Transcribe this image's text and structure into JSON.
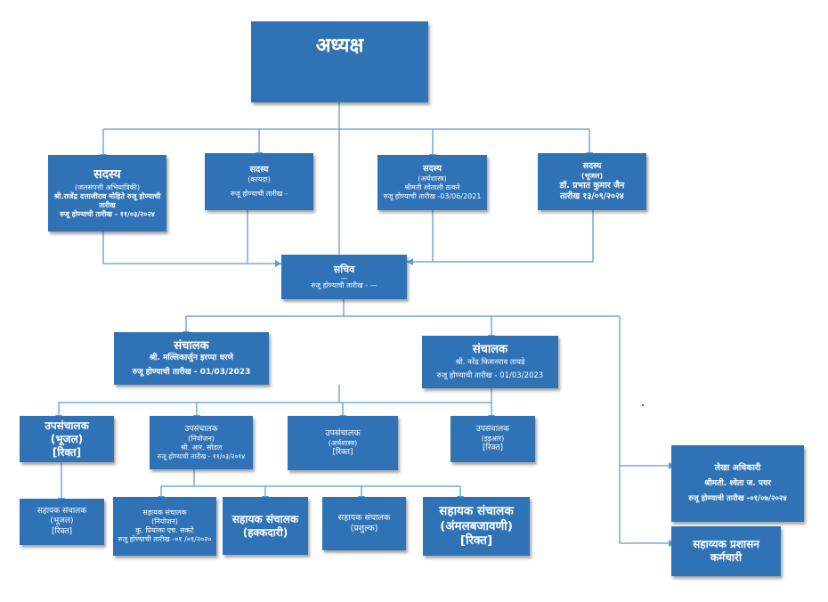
{
  "chairman": {
    "title": "अध्यक्ष"
  },
  "members": [
    {
      "title": "सदस्य",
      "dept": "(जलसंपत्ती अभियांत्रिकी)",
      "name": "श्री.राजेंद्र दत्ताजीराव मोहिते रुजू होण्याची तारीख",
      "date": "रुजू होण्याची तारीख - ११/०३/२०२४"
    },
    {
      "title": "सदस्य",
      "dept": "(कायदा)",
      "date": "रुजू होण्याची तारीख -"
    },
    {
      "title": "सदस्य",
      "dept": "(अर्थशास्त्र)",
      "name": "श्रीमती श्वेताली ठाकरे",
      "date": "रुजू होण्याची तारीख -03/06/2021"
    },
    {
      "title": "सदस्य",
      "dept": "(भूजल)",
      "name": "डॉ. प्रभात कुमार जैन",
      "date": "तारीख १३/०९/२०२४"
    }
  ],
  "secretary": {
    "title": "सचिव",
    "dash": "—",
    "date": "रुजू होण्याची तारीख - —"
  },
  "directors": [
    {
      "title": "संचालक",
      "name": "श्री. मल्लिकार्जुन इरप्पा धरणे",
      "date": "रुजू होण्याची तारीख - 01/03/2023"
    },
    {
      "title": "संचालक",
      "name": "श्री. नरेंद्र किसनराव तायडे",
      "date": "रुजू होण्याची तारीख - 01/03/2023"
    }
  ],
  "deputy_directors": [
    {
      "title": "उपसंचालक",
      "dept": "(भूजल)",
      "status": "[रिक्त]"
    },
    {
      "title": "उपसंचालक",
      "dept": "(नियोजन)",
      "name": "श्री. आर. सोडल",
      "date": "रुजू होण्याची तारीख - ११/०३/२०१४"
    },
    {
      "title": "उपसंचालक",
      "dept": "(अर्थशास्त्र)",
      "status": "[रिक्त]"
    },
    {
      "title": "उपसंचालक",
      "dept": "(इइआर)",
      "status": "[रिक्त]"
    }
  ],
  "assistant_directors": [
    {
      "title": "सहायक संचालक",
      "dept": "(भूजल)",
      "status": "[रिक्त]"
    },
    {
      "title": "सहायक संचालक",
      "dept": "(नियोजन)",
      "name": "कु. प्रियांका एच. सकटे",
      "date": "रुजू होण्याची तारीख -०१ /०१/२०२०"
    },
    {
      "title": "सहायक संचालक",
      "dept": "(हक्कदारी)"
    },
    {
      "title": "सहायक संचालक",
      "dept": "(प्रशुल्क)"
    },
    {
      "title": "सहायक संचालक",
      "dept": "(अंमलबजावणी)",
      "status": "[रिक्त]"
    }
  ],
  "accounts_officer": {
    "title": "लेखा अधिकारी",
    "name": "श्रीमती. श्वेता ज. पयर",
    "date": "रुजू होण्याची तारीख -०१/०७/२०२४"
  },
  "admin_staff": {
    "title": "सहाय्यक प्रशासन कर्मचारी"
  },
  "colors": {
    "box": "#2f73b6",
    "line": "#5b9bd5"
  }
}
